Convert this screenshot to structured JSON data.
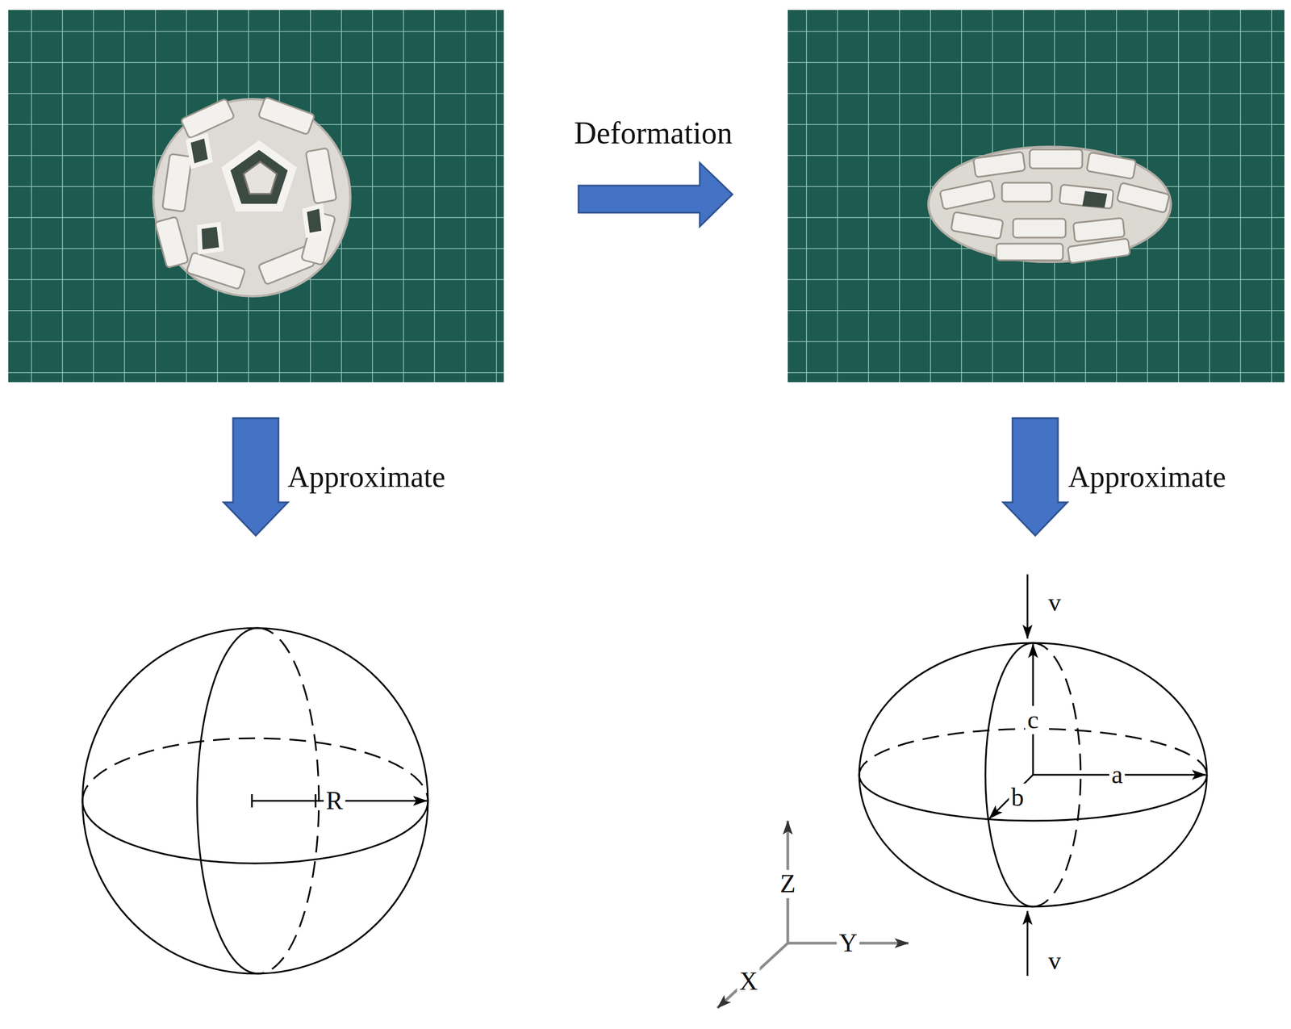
{
  "diagram": {
    "labels": [
      "Deformation",
      "Approximate",
      "Approximate",
      "v",
      "c",
      "b",
      "a",
      "R",
      "Z",
      "Y",
      "X",
      "v"
    ]
  }
}
